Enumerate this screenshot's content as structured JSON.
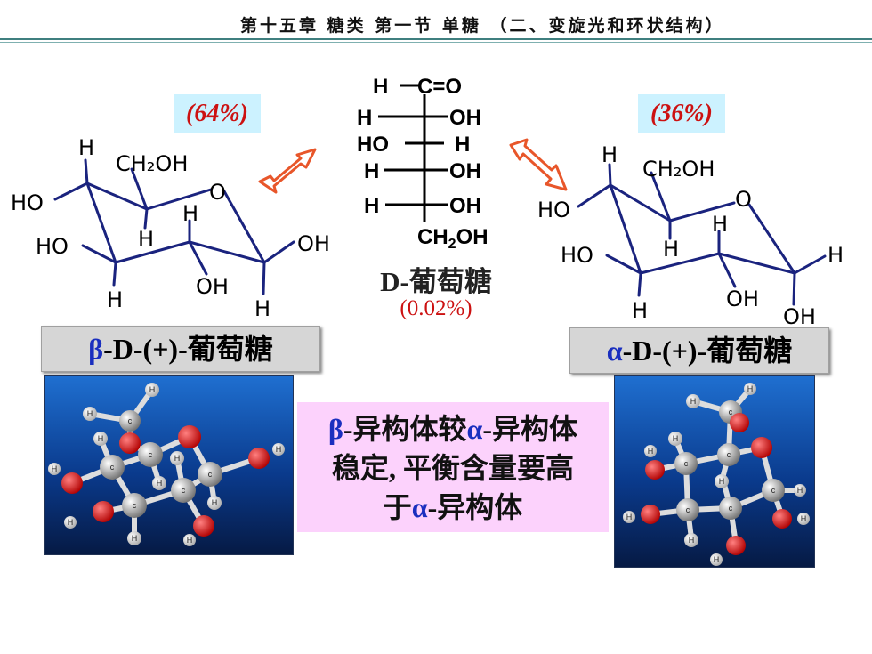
{
  "header": {
    "title": "第十五章 糖类 第一节 单糖 （二、变旋光和环状结构）"
  },
  "beta": {
    "percent": "(64%)",
    "name_greek": "β",
    "name_rest": "-D-(+)-葡萄糖",
    "labels": {
      "H1": "H",
      "CH2OH": "CH₂OH",
      "O": "O",
      "HO1": "HO",
      "H2": "H",
      "H3": "H",
      "HO2": "HO",
      "OH1": "OH",
      "H4": "H",
      "OH2": "OH",
      "H5": "H"
    }
  },
  "alpha": {
    "percent": "(36%)",
    "name_greek": "α",
    "name_rest": "-D-(+)-葡萄糖",
    "labels": {
      "H1": "H",
      "CH2OH": "CH₂OH",
      "O": "O",
      "HO1": "HO",
      "H2": "H",
      "H3": "H",
      "HO2": "HO",
      "H4": "H",
      "H5": "H",
      "OH1": "OH",
      "OH2": "OH"
    }
  },
  "open_chain": {
    "rows": [
      {
        "left": "H",
        "right": "C=O"
      },
      {
        "left": "H",
        "right": "OH"
      },
      {
        "left": "HO",
        "right": "H"
      },
      {
        "left": "H",
        "right": "OH"
      },
      {
        "left": "H",
        "right": "OH"
      }
    ],
    "bottom_main": "CH",
    "bottom_sub": "2",
    "bottom_tail": "OH",
    "name": "D-葡萄糖",
    "percent": "(0.02%)"
  },
  "note": {
    "line1_a": "β",
    "line1_b": "-异构体较",
    "line1_c": "α",
    "line1_d": "-异构体",
    "line2": "稳定, 平衡含量要高",
    "line3_a": "于",
    "line3_b": "α",
    "line3_c": "-异构体"
  },
  "model_atoms": {
    "H": "H",
    "C": "c"
  },
  "colors": {
    "ring": "#1a237e",
    "arrow": "#e8562a",
    "percent": "#cc1111",
    "greek": "#1a2fbf",
    "note_bg": "#fcd2fc",
    "pct_bg": "#ccf2ff",
    "name_bg": "#d6d6d6"
  }
}
